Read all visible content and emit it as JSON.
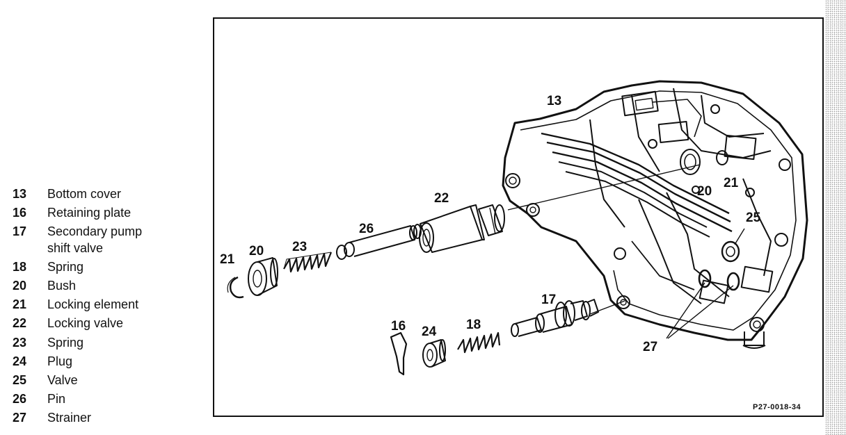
{
  "legend": [
    {
      "number": "13",
      "label": "Bottom cover"
    },
    {
      "number": "16",
      "label": "Retaining plate"
    },
    {
      "number": "17",
      "label": "Secondary pump",
      "label_cont": "shift valve"
    },
    {
      "number": "18",
      "label": "Spring"
    },
    {
      "number": "20",
      "label": "Bush"
    },
    {
      "number": "21",
      "label": "Locking element"
    },
    {
      "number": "22",
      "label": "Locking valve"
    },
    {
      "number": "23",
      "label": "Spring"
    },
    {
      "number": "24",
      "label": "Plug"
    },
    {
      "number": "25",
      "label": "Valve"
    },
    {
      "number": "26",
      "label": "Pin"
    },
    {
      "number": "27",
      "label": "Strainer"
    }
  ],
  "figure": {
    "callouts": {
      "c13": "13",
      "c22": "22",
      "c26": "26",
      "c23": "23",
      "c20a": "20",
      "c21a": "21",
      "c20b": "20",
      "c21b": "21",
      "c25": "25",
      "c17": "17",
      "c16": "16",
      "c24": "24",
      "c18": "18",
      "c27": "27"
    },
    "reference_code": "P27-0018-34"
  },
  "colors": {
    "ink": "#111111",
    "background": "#ffffff"
  }
}
